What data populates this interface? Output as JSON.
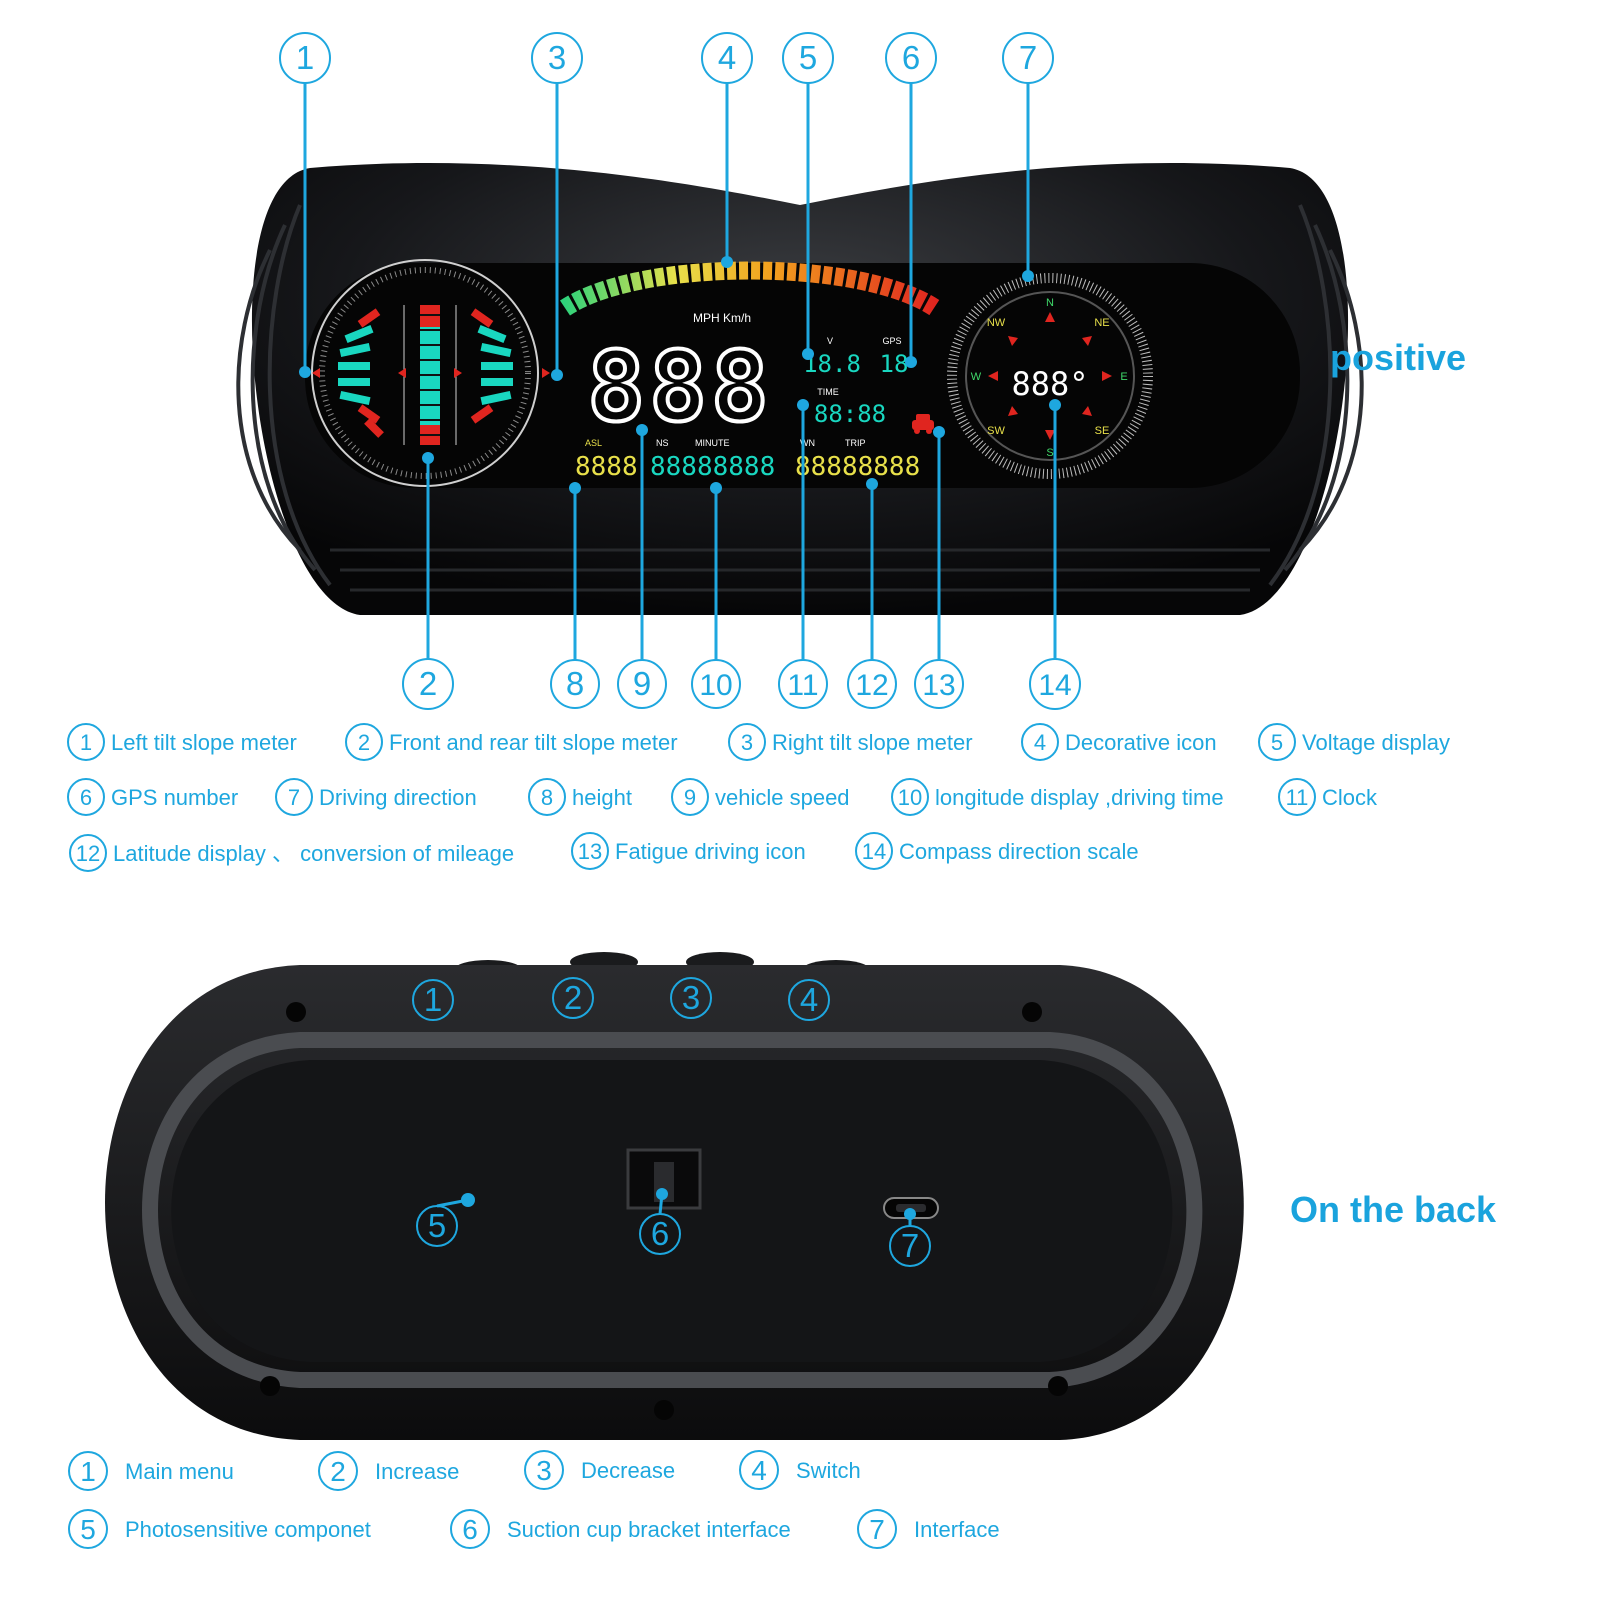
{
  "colors": {
    "accent": "#1ea7df",
    "device_body": "#111214",
    "lcd_bg": "#050505",
    "lcd_cyan": "#19d7c0",
    "lcd_yellow": "#e8e04a",
    "lcd_red": "#e0251f",
    "lcd_green": "#3fd96a"
  },
  "front": {
    "title": "positive",
    "callouts": [
      "1",
      "2",
      "3",
      "4",
      "5",
      "6",
      "7",
      "8",
      "9",
      "10",
      "11",
      "12",
      "13",
      "14"
    ],
    "legend": [
      {
        "num": "1",
        "label": "Left tilt slope meter"
      },
      {
        "num": "2",
        "label": "Front and rear tilt slope meter"
      },
      {
        "num": "3",
        "label": "Right tilt slope meter"
      },
      {
        "num": "4",
        "label": "Decorative icon"
      },
      {
        "num": "5",
        "label": "Voltage display"
      },
      {
        "num": "6",
        "label": "GPS number"
      },
      {
        "num": "7",
        "label": "Driving direction"
      },
      {
        "num": "8",
        "label": "height"
      },
      {
        "num": "9",
        "label": "vehicle speed"
      },
      {
        "num": "10",
        "label": "longitude display ,driving time"
      },
      {
        "num": "11",
        "label": "Clock"
      },
      {
        "num": "12",
        "label": "Latitude display 、 conversion of mileage"
      },
      {
        "num": "13",
        "label": "Fatigue driving icon"
      },
      {
        "num": "14",
        "label": "Compass direction scale"
      }
    ],
    "display": {
      "unit_label": "MPH  Km/h",
      "speed": "888",
      "voltage_label": "V",
      "voltage": "18.8",
      "gps_label": "GPS",
      "gps": "18",
      "time_label": "TIME",
      "time": "88:88",
      "asl_label": "ASL",
      "asl": "8888",
      "ns_label": "NS",
      "minute_label": "MINUTE",
      "ns_value": "88888888",
      "wn_label": "WN",
      "trip_label": "TRIP",
      "trip_value": "88888888",
      "compass_value": "888°",
      "compass_points": [
        "N",
        "NE",
        "E",
        "SE",
        "S",
        "SW",
        "W",
        "NW"
      ]
    }
  },
  "back": {
    "title": "On the back",
    "callouts": [
      "1",
      "2",
      "3",
      "4",
      "5",
      "6",
      "7"
    ],
    "legend": [
      {
        "num": "1",
        "label": "Main menu"
      },
      {
        "num": "2",
        "label": "Increase"
      },
      {
        "num": "3",
        "label": "Decrease"
      },
      {
        "num": "4",
        "label": "Switch"
      },
      {
        "num": "5",
        "label": "Photosensitive componet"
      },
      {
        "num": "6",
        "label": "Suction cup bracket interface"
      },
      {
        "num": "7",
        "label": "Interface"
      }
    ]
  }
}
